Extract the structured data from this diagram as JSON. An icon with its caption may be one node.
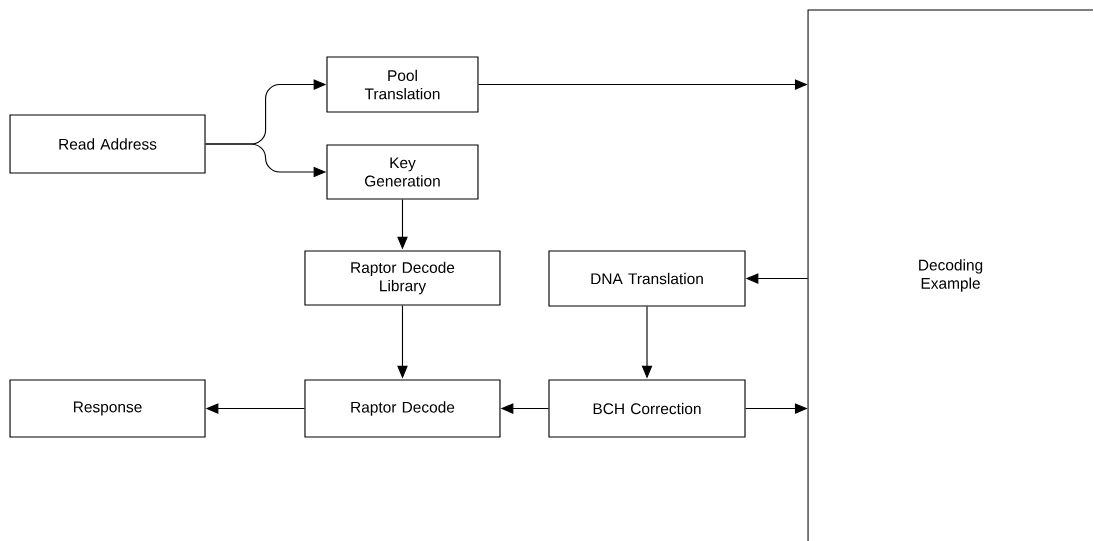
{
  "diagram": {
    "nodes": [
      {
        "text": [
          "Read Address"
        ]
      },
      {
        "text": [
          "Pool Translation"
        ]
      },
      {
        "text": [
          "Key Generation"
        ]
      },
      {
        "text": [
          "Raptor Decode Library"
        ]
      },
      {
        "text": [
          "DNA Translation"
        ]
      },
      {
        "text": [
          "Decoding Example"
        ]
      },
      {
        "text": [
          "Response"
        ]
      },
      {
        "text": [
          "Raptor Decode"
        ]
      },
      {
        "text": [
          "BCH Correction"
        ]
      }
    ],
    "edges": [
      {
        "from": 0,
        "to": 1,
        "arrow": "to"
      },
      {
        "from": 0,
        "to": 2,
        "arrow": "to"
      },
      {
        "from": 1,
        "to": 5,
        "arrow": "to"
      },
      {
        "from": 2,
        "to": 3,
        "arrow": "to"
      },
      {
        "from": 5,
        "to": 4,
        "arrow": "to"
      },
      {
        "from": 3,
        "to": 7,
        "arrow": "to"
      },
      {
        "from": 4,
        "to": 8,
        "arrow": "to"
      },
      {
        "from": 8,
        "to": 5,
        "arrow": "to"
      },
      {
        "from": 8,
        "to": 7,
        "arrow": "to"
      },
      {
        "from": 7,
        "to": 6,
        "arrow": "to"
      }
    ]
  }
}
